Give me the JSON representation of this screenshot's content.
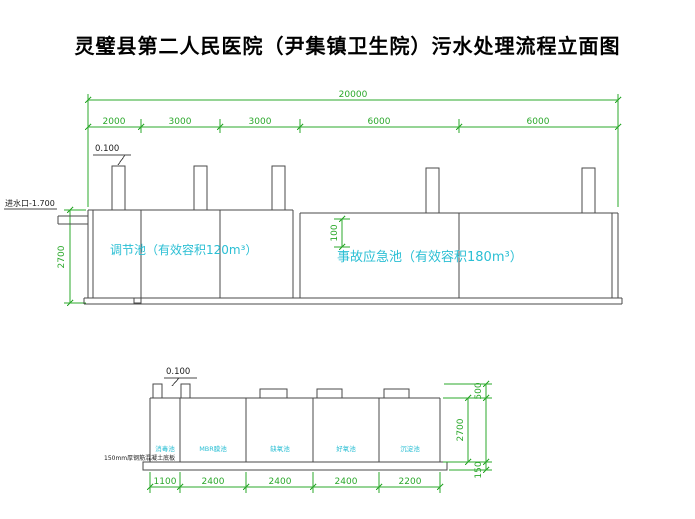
{
  "title": "灵璧县第二人民医院（尹集镇卫生院）污水处理流程立面图",
  "colors": {
    "dimension_green": "#2ba82b",
    "label_cyan": "#2bbfd4",
    "structure_gray": "#4a4a4a"
  },
  "upper_view": {
    "overall_dim": "20000",
    "segment_dims": [
      "2000",
      "3000",
      "3000",
      "6000",
      "6000"
    ],
    "level_mark": "0.100",
    "inlet_label": "进水口-1.700",
    "left_height_dim": "2700",
    "top_offset_dim": "100",
    "tank_labels": [
      "调节池（有效容积120m³）",
      "事故应急池（有效容积180m³）"
    ]
  },
  "lower_view": {
    "level_mark": "0.100",
    "compartment_labels": [
      "消毒池",
      "MBR膜池",
      "缺氧池",
      "好氧池",
      "沉淀池"
    ],
    "slab_note": "150mm厚钢筋混凝土底板",
    "bottom_dims": [
      "1100",
      "2400",
      "2400",
      "2400",
      "2200"
    ],
    "stub_height_dim": "500",
    "tank_height_dim": "2700",
    "slab_thickness_dim": "150"
  }
}
